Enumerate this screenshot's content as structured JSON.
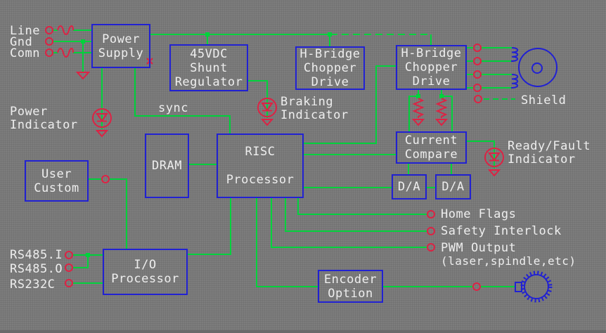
{
  "colors": {
    "background": "#7d7d7d",
    "box_border": "#2121d2",
    "wire": "#00d23c",
    "accent_red": "#dd2244",
    "text": "#eeeeee"
  },
  "boxes": {
    "power_supply": {
      "label": "Power\nSupply"
    },
    "shunt_regulator": {
      "label": "45VDC\nShunt\nRegulator"
    },
    "hbridge_left": {
      "label": "H-Bridge\nChopper\nDrive"
    },
    "hbridge_right": {
      "label": "H-Bridge\nChopper\nDrive"
    },
    "dram": {
      "label": "DRAM"
    },
    "risc": {
      "label": "RISC\n\nProcessor"
    },
    "user_custom": {
      "label": "User\nCustom"
    },
    "io_processor": {
      "label": "I/O\nProcessor"
    },
    "encoder_option": {
      "label": "Encoder\nOption"
    },
    "current_compare": {
      "label": "Current\nCompare"
    },
    "da_left": {
      "label": "D/A"
    },
    "da_right": {
      "label": "D/A"
    }
  },
  "labels": {
    "line": "Line",
    "gnd": "Gnd",
    "comn": "Comn",
    "power_indicator": "Power\nIndicator",
    "sync": "sync",
    "braking_indicator": "Braking\nIndicator",
    "shield": "Shield",
    "ready_fault_indicator": "Ready/Fault\nIndicator",
    "home_flags": "Home Flags",
    "safety_interlock": "Safety Interlock",
    "pwm_output": "PWM Output",
    "pwm_output_sub": "(laser,spindle,etc)",
    "rs485_in": "RS485.I",
    "rs485_out": "RS485.O",
    "rs232c": "RS232C"
  }
}
